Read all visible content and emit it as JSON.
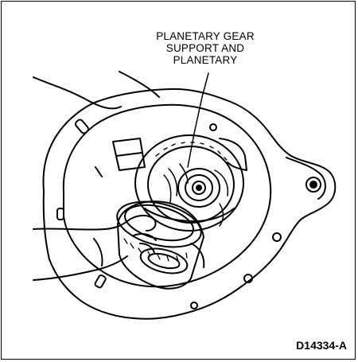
{
  "callout": {
    "line1": "PLANETARY GEAR",
    "line2": "SUPPORT AND",
    "line3": "PLANETARY"
  },
  "figure_code": "D14334-A"
}
